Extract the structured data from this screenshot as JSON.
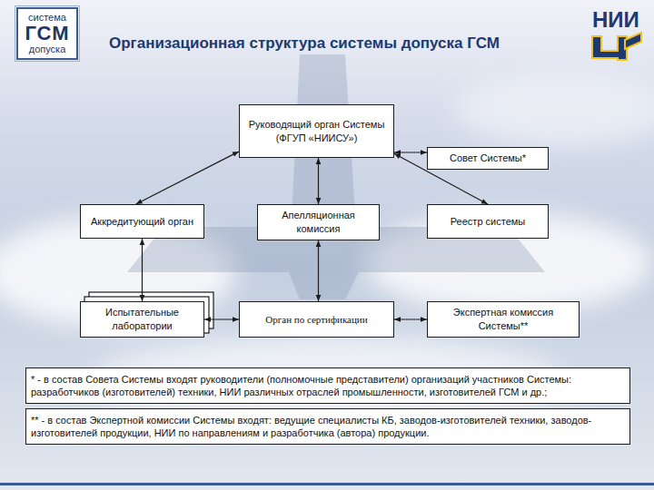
{
  "diagram": {
    "title": "Организационная структура системы допуска ГСМ",
    "nodes": [
      {
        "text": [
          "система",
          "ГСМ",
          "допуска"
        ]
      },
      {
        "text": [
          "Руководящий орган Системы (ФГУП «НИИСУ»)"
        ]
      },
      {
        "text": [
          "Совет Системы*"
        ]
      },
      {
        "text": [
          "Аккредитующий орган"
        ]
      },
      {
        "text": [
          "Апелляционная комиссия"
        ]
      },
      {
        "text": [
          "Реестр системы"
        ]
      },
      {
        "text": [
          "Испытательные лаборатории"
        ]
      },
      {
        "text": [
          "Орган по сертификации"
        ]
      },
      {
        "text": [
          "Экспертная комиссия Системы**"
        ]
      },
      {
        "text": [
          "* - в состав Совета Системы входят руководители (полномочные представители) организаций участников Системы: разработчиков (изготовителей) техники, НИИ различных отраслей промышленности, изготовителей ГСМ и др.;"
        ]
      },
      {
        "text": [
          "** - в состав Экспертной комиссии Системы входят: ведущие специалисты КБ, заводов-изготовителей техники, заводов-изготовителей продукции, НИИ по направлениям и разработчика (автора) продукции."
        ]
      }
    ],
    "edges": [
      {
        "from": 1,
        "to": 2,
        "arrow": "both"
      },
      {
        "from": 1,
        "to": 3,
        "arrow": "both"
      },
      {
        "from": 1,
        "to": 4,
        "arrow": "both"
      },
      {
        "from": 1,
        "to": 5,
        "arrow": "both"
      },
      {
        "from": 3,
        "to": 6,
        "arrow": "both"
      },
      {
        "from": 4,
        "to": 7,
        "arrow": "both"
      },
      {
        "from": 6,
        "to": 7,
        "arrow": "both"
      },
      {
        "from": 7,
        "to": 8,
        "arrow": "both"
      }
    ],
    "labels": [
      "НИИ"
    ]
  }
}
